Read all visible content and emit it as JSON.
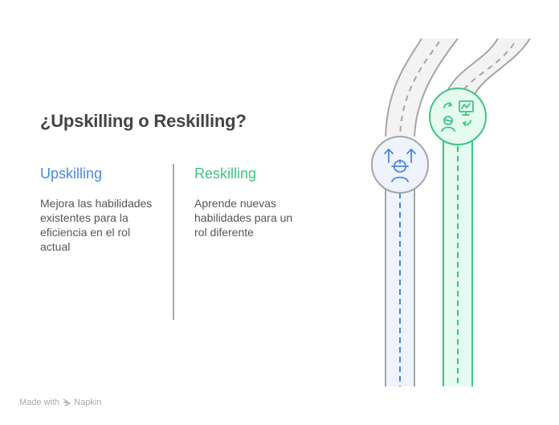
{
  "title": "¿Upskilling o Reskilling?",
  "upskilling": {
    "heading": "Upskilling",
    "description": "Mejora las habilidades existentes para la eficiencia en el rol actual",
    "color": "#4a86e0",
    "icon": "worker-arrows-up-icon"
  },
  "reskilling": {
    "heading": "Reskilling",
    "description": "Aprende nuevas habilidades para un rol diferente",
    "color": "#3cc482",
    "icon": "person-swap-presentation-icon"
  },
  "footer": {
    "made_with": "Made with",
    "brand": "Napkin"
  }
}
